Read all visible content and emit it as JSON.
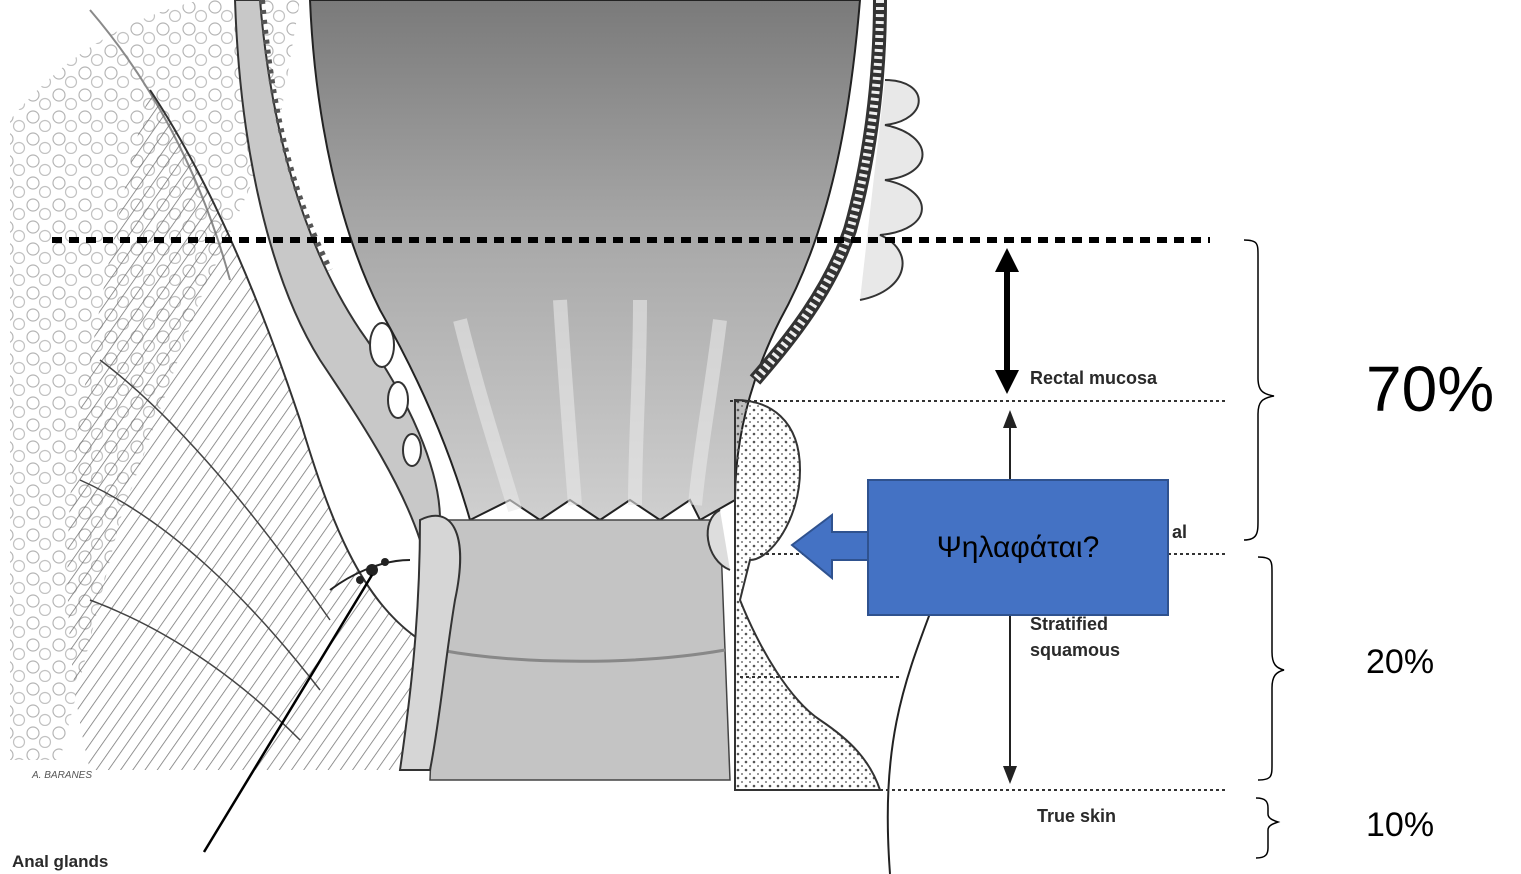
{
  "labels": {
    "rectal_mucosa": "Rectal mucosa",
    "transitional_fragment": "al",
    "stratified_squamous_line1": "Stratified",
    "stratified_squamous_line2": "squamous",
    "true_skin": "True skin",
    "anal_glands": "Anal glands",
    "artist_signature": "A. BARANES"
  },
  "callout": {
    "text": "Ψηλαφάται?",
    "fill_color": "#4472C4",
    "border_color": "#2F528F"
  },
  "percentages": {
    "upper": "70%",
    "middle": "20%",
    "lower": "10%"
  },
  "colors": {
    "line": "#000000",
    "tissue_dark": "#3a3a3a",
    "tissue_mid": "#8a8a8a",
    "tissue_light": "#d8d8d8"
  }
}
